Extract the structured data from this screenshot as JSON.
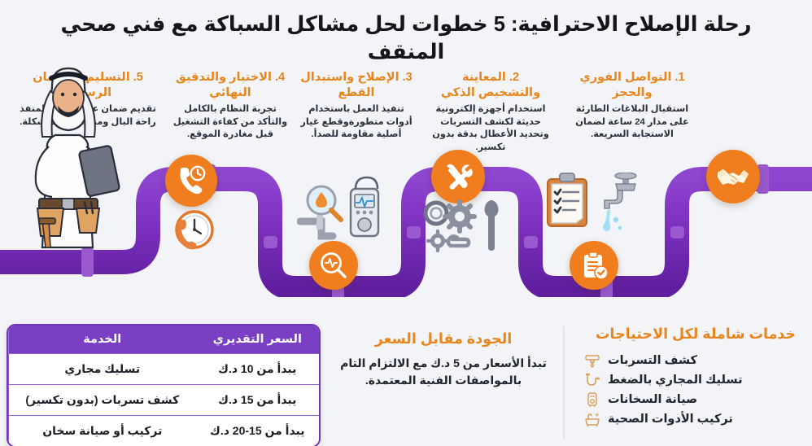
{
  "title": "رحلة الإصلاح الاحترافية: 5 خطوات لحل مشاكل السباكة مع فني صحي المنقف",
  "colors": {
    "background": "#f2f4f8",
    "accent_orange": "#f07e1e",
    "heading_orange": "#e8861d",
    "pipe_purple": "#7b2fbe",
    "pipe_band": "#9b59d0",
    "table_header": "#7b3fc4",
    "text_dark": "#1d1f27"
  },
  "steps": [
    {
      "number": "1",
      "heading": "1. التواصل الفوري والحجز",
      "body": "استقبال البلاغات الطارئة على مدار 24 ساعة لضمان الاستجابة السريعة.",
      "badge_icon": "phone-clock-icon"
    },
    {
      "number": "2",
      "heading": "2. المعاينة والتشخيص الذكي",
      "body": "استخدام أجهزة إلكترونية حديثة لكشف التسربات وتحديد الأعطال بدقة بدون تكسير.",
      "badge_icon": "magnifier-pulse-icon"
    },
    {
      "number": "3",
      "heading": "3. الإصلاح واستبدال القطع",
      "body": "تنفيذ العمل باستخدام أدوات متطورةوقطع غيار أصلية مقاومة للصدأ.",
      "badge_icon": "wrench-screwdriver-icon"
    },
    {
      "number": "4",
      "heading": "4. الاختبار والتدقيق النهائي",
      "body": "تجربة النظام بالكامل والتأكد من كفاءة التشغيل قبل مغادرة الموقع.",
      "badge_icon": "clipboard-check-icon"
    },
    {
      "number": "5",
      "heading": "5. التسليم والضمان الرسمي",
      "body": "تقديم ضمان على العمل المنفذ راحة البال ومنع تكرار المشكلة.",
      "badge_icon": "handshake-icon"
    }
  ],
  "illustrations": [
    {
      "name": "clock-phone-illustration"
    },
    {
      "name": "leak-detector-illustration"
    },
    {
      "name": "gears-wrench-illustration"
    },
    {
      "name": "checklist-clipboard-illustration"
    },
    {
      "name": "dripping-faucet-illustration"
    },
    {
      "name": "plumber-with-tablet-illustration"
    }
  ],
  "services_panel": {
    "title": "خدمات شاملة لكل الاحتياجات",
    "items": [
      {
        "label": "كشف التسربات",
        "icon": "leaking-pipe-icon"
      },
      {
        "label": "تسليك المجاري بالضغط",
        "icon": "p-trap-pipe-icon"
      },
      {
        "label": "صيانة السخانات",
        "icon": "water-heater-icon"
      },
      {
        "label": "تركيب الأدوات الصحية",
        "icon": "bathtub-icon"
      }
    ]
  },
  "quality_panel": {
    "title": "الجودة مقابل السعر",
    "body": "تبدأ الأسعار من 5 د.ك مع الالتزام التام بالمواصفات الفنية المعتمدة."
  },
  "price_table": {
    "headers": [
      "الخدمة",
      "السعر التقديري"
    ],
    "rows": [
      {
        "service": "تسليك مجاري",
        "price": "يبدأ من 10 د.ك"
      },
      {
        "service": "كشف تسربات (بدون تكسير)",
        "price": "يبدأ من 15 د.ك"
      },
      {
        "service": "تركيب أو صيانة سخان",
        "price": "يبدأ من 15-20 د.ك"
      }
    ]
  }
}
